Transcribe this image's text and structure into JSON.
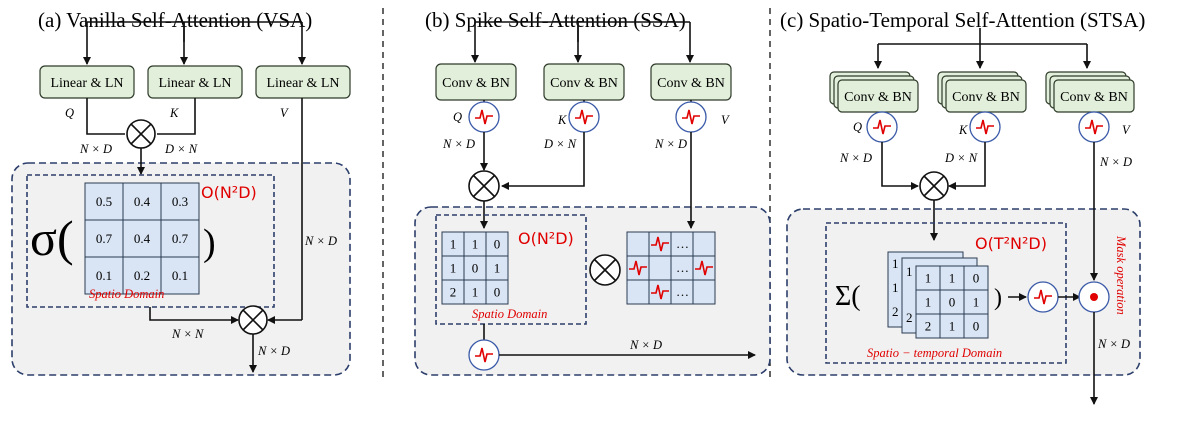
{
  "panel_a": {
    "title": "(a) Vanilla Self-Attention (VSA)",
    "box_q": "Linear & LN",
    "box_k": "Linear & LN",
    "box_v": "Linear & LN",
    "label_q": "Q",
    "label_k": "K",
    "label_v": "V",
    "dim_q": "N × D",
    "dim_k": "D × N",
    "dim_v": "N × D",
    "dim_attn": "N × N",
    "dim_out": "N × D",
    "complexity": "O(N²D)",
    "sigma": "σ(",
    "close_paren": ")",
    "matrix": [
      [
        "0.5",
        "0.4",
        "0.3"
      ],
      [
        "0.7",
        "0.4",
        "0.7"
      ],
      [
        "0.1",
        "0.2",
        "0.1"
      ]
    ],
    "domain": "Spatio Domain"
  },
  "panel_b": {
    "title": "(b) Spike Self-Attention (SSA)",
    "box_q": "Conv & BN",
    "box_k": "Conv & BN",
    "box_v": "Conv & BN",
    "label_q": "Q",
    "label_k": "K",
    "label_v": "V",
    "dim_q": "N × D",
    "dim_k": "D × N",
    "dim_v": "N × D",
    "dim_out": "N × D",
    "complexity": "O(N²D)",
    "matrix": [
      [
        "1",
        "1",
        "0"
      ],
      [
        "1",
        "0",
        "1"
      ],
      [
        "2",
        "1",
        "0"
      ]
    ],
    "ellipsis": "…",
    "domain": "Spatio  Domain"
  },
  "panel_c": {
    "title": "(c) Spatio-Temporal Self-Attention (STSA)",
    "box_q": "Conv & BN",
    "box_k": "Conv & BN",
    "box_v": "Conv & BN",
    "label_q": "Q",
    "label_k": "K",
    "label_v": "V",
    "dim_q": "N × D",
    "dim_k": "D × N",
    "dim_v": "N × D",
    "dim_out": "N × D",
    "complexity": "O(T²N²D)",
    "sum": "Σ(",
    "close_paren": ")",
    "matrix": [
      [
        "1",
        "1",
        "0"
      ],
      [
        "1",
        "0",
        "1"
      ],
      [
        "2",
        "1",
        "0"
      ]
    ],
    "back_digits": [
      "1",
      "1",
      "2",
      "1",
      "2"
    ],
    "mask": "Mask operation",
    "domain": "Spatio − temporal  Domain"
  }
}
